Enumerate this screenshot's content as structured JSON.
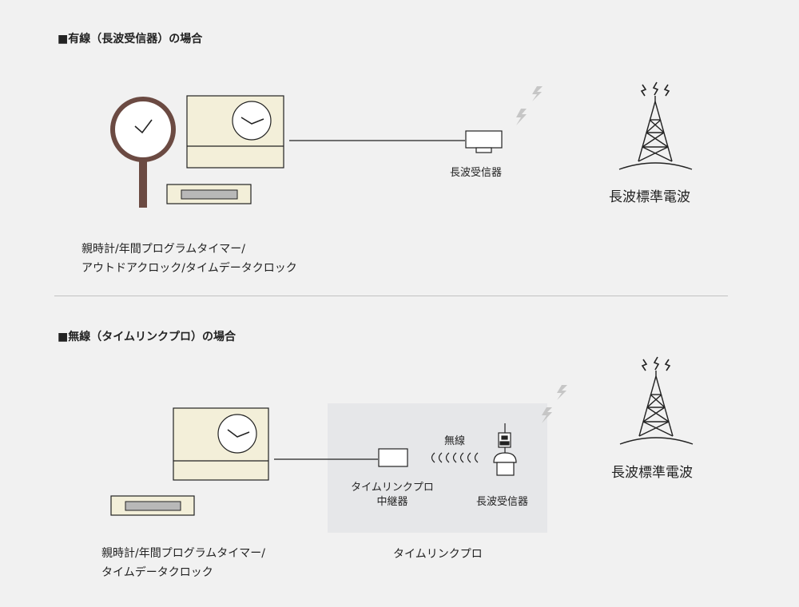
{
  "wired": {
    "heading": "■有線（長波受信器）の場合",
    "receiver_label": "長波受信器",
    "tower_label": "長波標準電波",
    "caption_line1": "親時計/年間プログラムタイマー/",
    "caption_line2": "アウトドアクロック/タイムデータクロック"
  },
  "wireless": {
    "heading": "■無線（タイムリンクプロ）の場合",
    "wireless_label": "無線",
    "relay_label_line1": "タイムリンクプロ",
    "relay_label_line2": "中継器",
    "receiver_label": "長波受信器",
    "tower_label": "長波標準電波",
    "panel_label": "タイムリンクプロ",
    "caption_line1": "親時計/年間プログラムタイマー/",
    "caption_line2": "タイムデータクロック"
  },
  "colors": {
    "background": "#f1f1f1",
    "device_fill": "#f3efd9",
    "outline": "#222222",
    "magnifier": "#6b4a42",
    "lightning": "#c6c6c6",
    "panel": "#e6e7e9",
    "divider": "#c2c2c2"
  }
}
